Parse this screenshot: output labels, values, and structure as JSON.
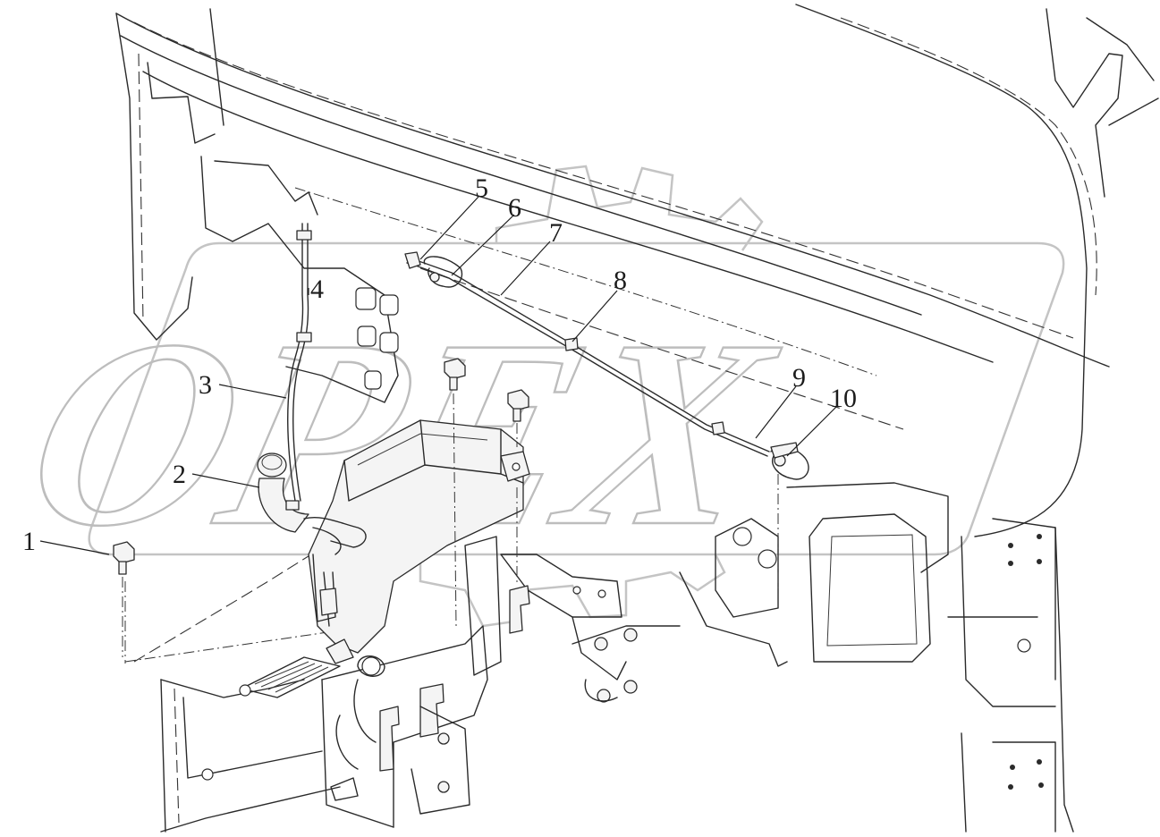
{
  "diagram": {
    "watermark": "OPEX",
    "callouts": [
      {
        "number": "1",
        "part": "bolt"
      },
      {
        "number": "2",
        "part": "filler-neck"
      },
      {
        "number": "3",
        "part": "hose"
      },
      {
        "number": "4",
        "part": "hose-clip"
      },
      {
        "number": "5",
        "part": "nozzle"
      },
      {
        "number": "6",
        "part": "clamp"
      },
      {
        "number": "7",
        "part": "hose"
      },
      {
        "number": "8",
        "part": "clip"
      },
      {
        "number": "9",
        "part": "hose"
      },
      {
        "number": "10",
        "part": "clamp"
      }
    ]
  }
}
